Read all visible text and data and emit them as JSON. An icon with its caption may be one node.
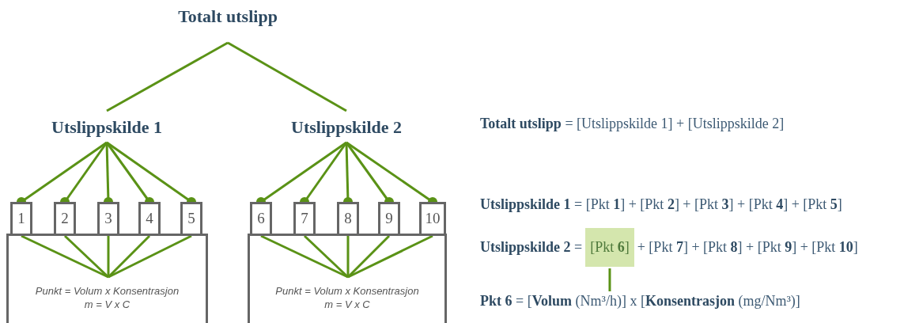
{
  "diagram": {
    "nodes": [
      {
        "text": [
          "Totalt utslipp"
        ]
      },
      {
        "text": [
          "Utslippskilde 1"
        ]
      },
      {
        "text": [
          "Utslippskilde 2"
        ]
      },
      {
        "text": [
          "1"
        ]
      },
      {
        "text": [
          "2"
        ]
      },
      {
        "text": [
          "3"
        ]
      },
      {
        "text": [
          "4"
        ]
      },
      {
        "text": [
          "5"
        ]
      },
      {
        "text": [
          "6"
        ]
      },
      {
        "text": [
          "7"
        ]
      },
      {
        "text": [
          "8"
        ]
      },
      {
        "text": [
          "9"
        ]
      },
      {
        "text": [
          "10"
        ]
      },
      {
        "text": [
          "Punkt = Volum x Konsentrasjon",
          "m = V x C"
        ]
      },
      {
        "text": [
          "Punkt = Volum x Konsentrasjon",
          "m = V x C"
        ]
      },
      {
        "text": [
          "[Pkt **6**]"
        ]
      },
      {
        "text": [
          "**Pkt 6** = [**Volum** (Nm³/h)] x [**Konsentrasjon** (mg/Nm³)]"
        ]
      }
    ],
    "edges": [
      {
        "from": 0,
        "to": 1,
        "arrow": "none"
      },
      {
        "from": 0,
        "to": 2,
        "arrow": "none"
      },
      {
        "from": 1,
        "to": 3,
        "arrow": "other"
      },
      {
        "from": 1,
        "to": 4,
        "arrow": "other"
      },
      {
        "from": 1,
        "to": 5,
        "arrow": "other"
      },
      {
        "from": 1,
        "to": 6,
        "arrow": "other"
      },
      {
        "from": 1,
        "to": 7,
        "arrow": "other"
      },
      {
        "from": 2,
        "to": 8,
        "arrow": "other"
      },
      {
        "from": 2,
        "to": 9,
        "arrow": "other"
      },
      {
        "from": 2,
        "to": 10,
        "arrow": "other"
      },
      {
        "from": 2,
        "to": 11,
        "arrow": "other"
      },
      {
        "from": 2,
        "to": 12,
        "arrow": "other"
      },
      {
        "from": 3,
        "to": 13,
        "arrow": "none"
      },
      {
        "from": 4,
        "to": 13,
        "arrow": "none"
      },
      {
        "from": 5,
        "to": 13,
        "arrow": "none"
      },
      {
        "from": 6,
        "to": 13,
        "arrow": "none"
      },
      {
        "from": 7,
        "to": 13,
        "arrow": "none"
      },
      {
        "from": 8,
        "to": 14,
        "arrow": "none"
      },
      {
        "from": 9,
        "to": 14,
        "arrow": "none"
      },
      {
        "from": 10,
        "to": 14,
        "arrow": "none"
      },
      {
        "from": 11,
        "to": 14,
        "arrow": "none"
      },
      {
        "from": 12,
        "to": 14,
        "arrow": "none"
      },
      {
        "from": 15,
        "to": 16,
        "arrow": "none"
      }
    ],
    "labels": [
      "**Totalt utslipp** = [Utslippskilde 1] + [Utslippskilde 2]",
      "**Utslippskilde 1** = [Pkt **1**] + [Pkt **2**] + [Pkt **3**] + [Pkt **4**] + [Pkt **5**]",
      "**Utslippskilde 2** =",
      "+ [Pkt **7**] + [Pkt **8**] + [Pkt **9**] + [Pkt **10**]"
    ]
  }
}
